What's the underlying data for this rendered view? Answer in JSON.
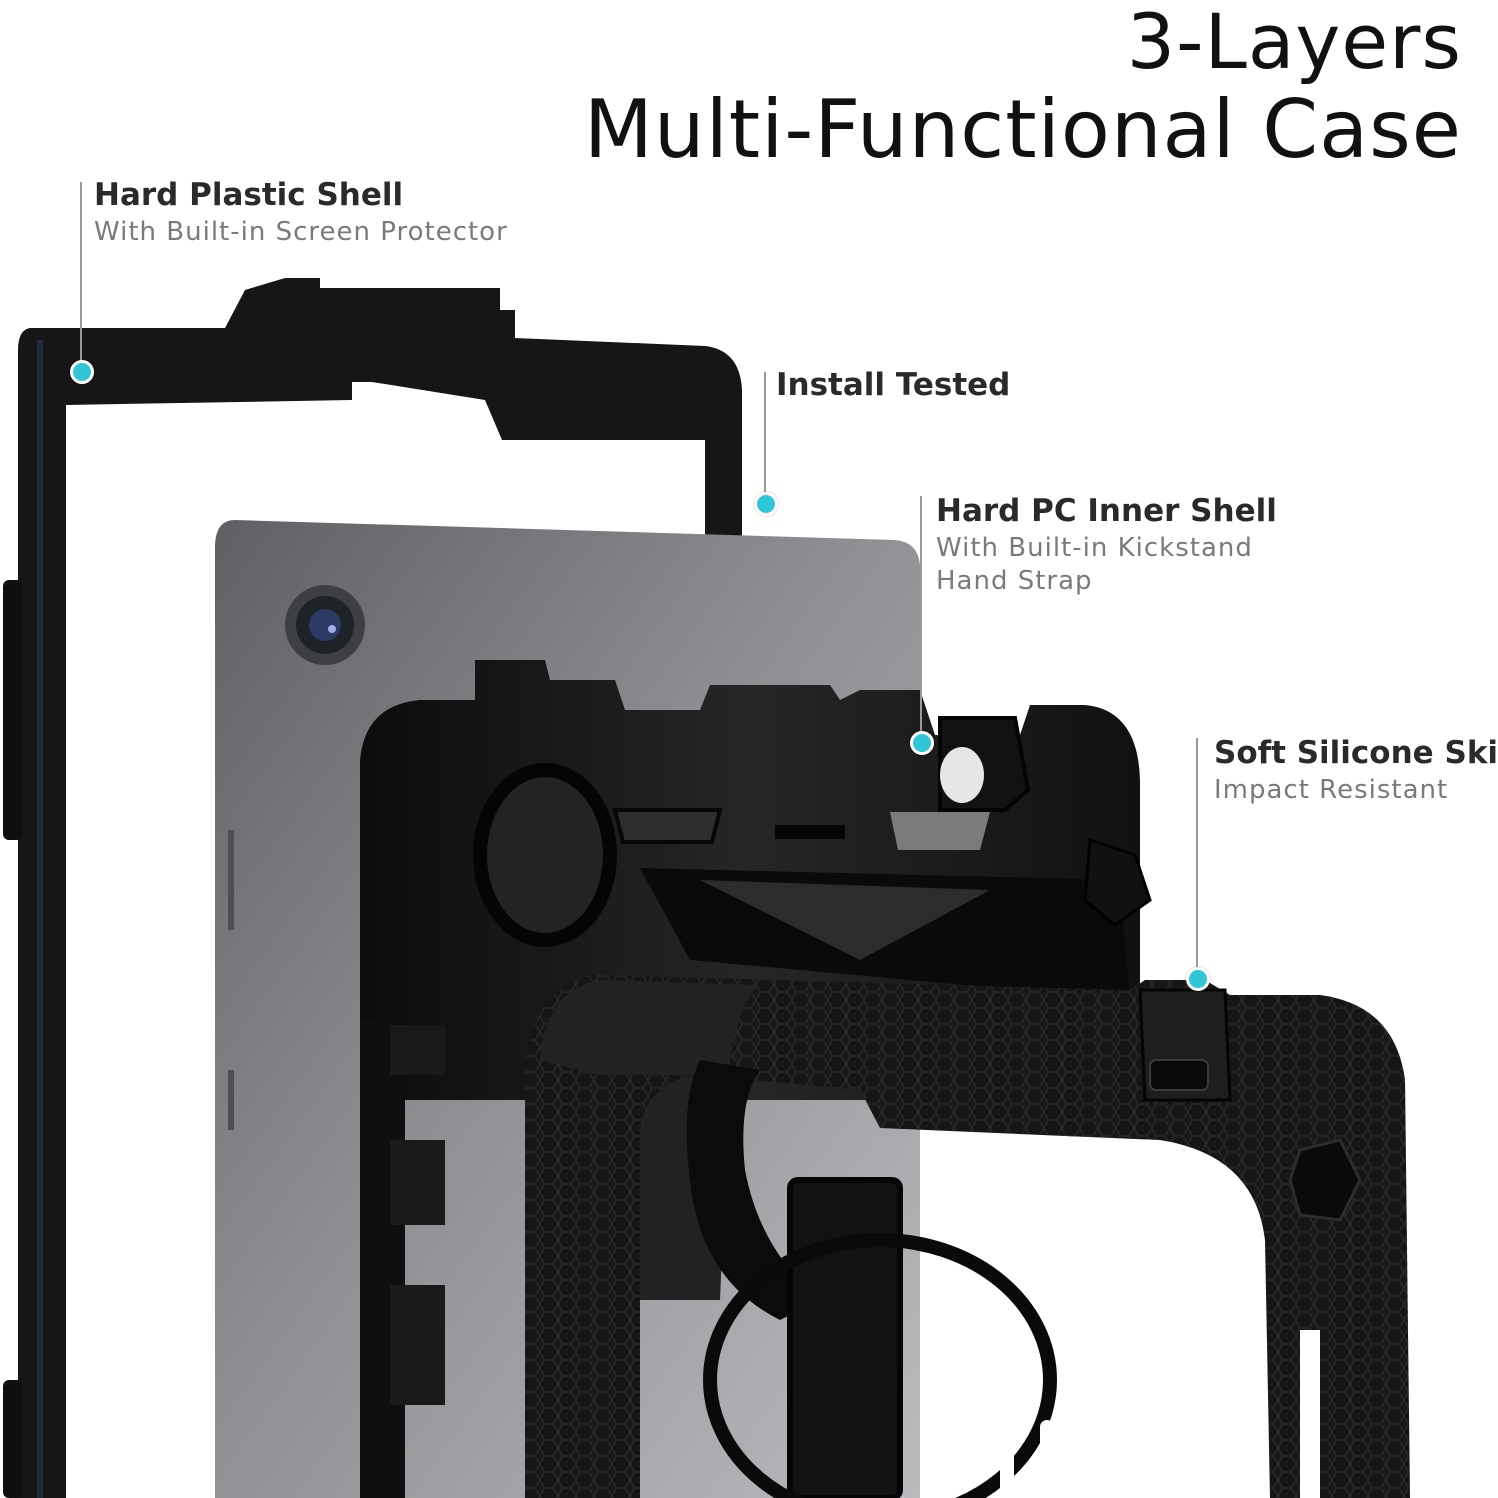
{
  "title": {
    "line1": "3-Layers",
    "line2": "Multi-Functional Case"
  },
  "callouts": {
    "hard_plastic": {
      "label": "Hard Plastic Shell",
      "sub1": "With Built-in Screen Protector"
    },
    "install": {
      "label": "Install Tested"
    },
    "pc_inner": {
      "label": "Hard PC Inner Shell",
      "sub1": "With Built-in Kickstand",
      "sub2": "Hand Strap"
    },
    "silicone": {
      "label": "Soft Silicone Skin",
      "sub1": "Impact Resistant"
    }
  },
  "colors": {
    "accent_dot": "#2fc6d8",
    "case_black": "#151515",
    "tablet_gray": "#6d6f72"
  }
}
